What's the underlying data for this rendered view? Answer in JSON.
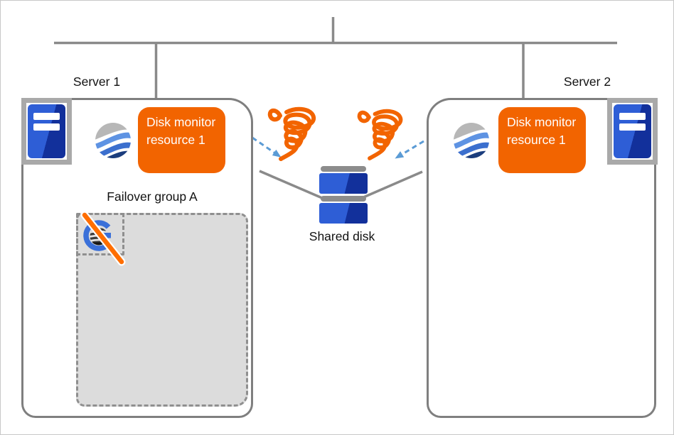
{
  "colors": {
    "accent_orange": "#f26400",
    "slash_orange": "#ff6e00",
    "arrow_blue": "#5b9bd5",
    "line_gray": "#8a8a8a",
    "box_border_gray": "#7f7f7f",
    "group_fill_gray": "#dcdcdc",
    "group_border_gray": "#8f8f8f",
    "machine_frame_gray": "#a9a9a9",
    "machine_blue": "#2e5ed6",
    "machine_blue_dark": "#12309b",
    "logo_gray": "#b7b7b7",
    "logo_blue_light": "#5e93e3",
    "logo_blue": "#3b6fce",
    "logo_navy": "#1b3d7d",
    "g_ring_blue": "#3a70d9",
    "disk_cap_gray": "#8c8c8c",
    "text_black": "#111111"
  },
  "servers": [
    {
      "label": "Server 1",
      "badge_label": "Disk monitor resource 1"
    },
    {
      "label": "Server 2",
      "badge_label": "Disk monitor resource 1"
    }
  ],
  "failover_group": {
    "label": "Failover group A"
  },
  "shared_disk": {
    "label": "Shared disk"
  },
  "icons": {
    "server_machine": "blue-tower-computer",
    "cluster_logo": "blue-wave-sphere",
    "whirlwind": "orange-tornado-scribble",
    "stopped_resource": "striped-globe-with-blue-G-ring-and-orange-slash",
    "shared_disk": "two-stacked-disk-drives",
    "monitor_arrow": "blue-dashed-arrow"
  }
}
